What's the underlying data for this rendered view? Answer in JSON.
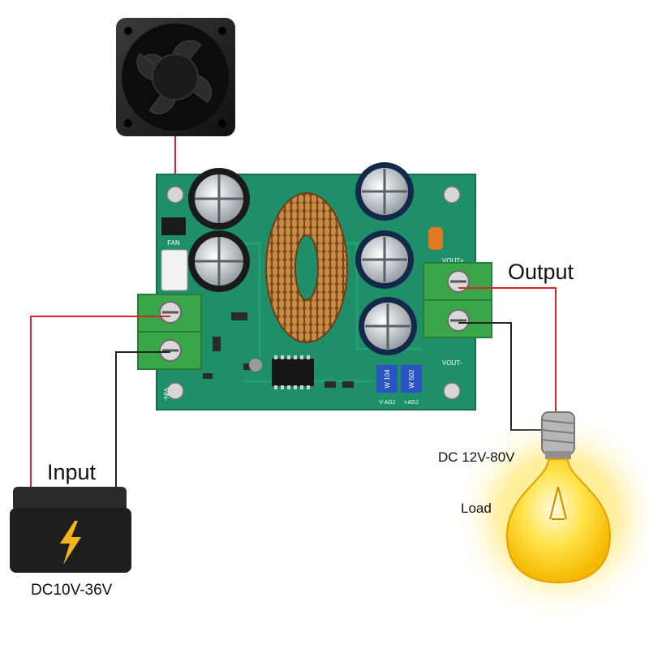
{
  "labels": {
    "output": "Output",
    "input": "Input",
    "input_range": "DC10V-36V",
    "output_range": "DC 12V-80V",
    "load": "Load"
  },
  "board_text": {
    "fan": "FAN",
    "vin_minus": "VIN-",
    "vout_plus": "VOUT+",
    "vout_minus": "VOUT-",
    "v_adj": "V-ADJ",
    "i_adj": "I-ADJ",
    "pot_1": "W 104",
    "pot_2": "W 502"
  },
  "colors": {
    "board": "#1f8f6a",
    "terminal": "#3aa64a",
    "wire_positive": "#d9262b",
    "wire_negative": "#222222",
    "coil": "#b8732f",
    "bulb": "#ffd21a",
    "battery": "#1e1e1e",
    "bolt": "#f2b51c"
  },
  "icons": {
    "fan": "cooling-fan-icon",
    "battery": "battery-icon",
    "bulb": "light-bulb-icon"
  }
}
